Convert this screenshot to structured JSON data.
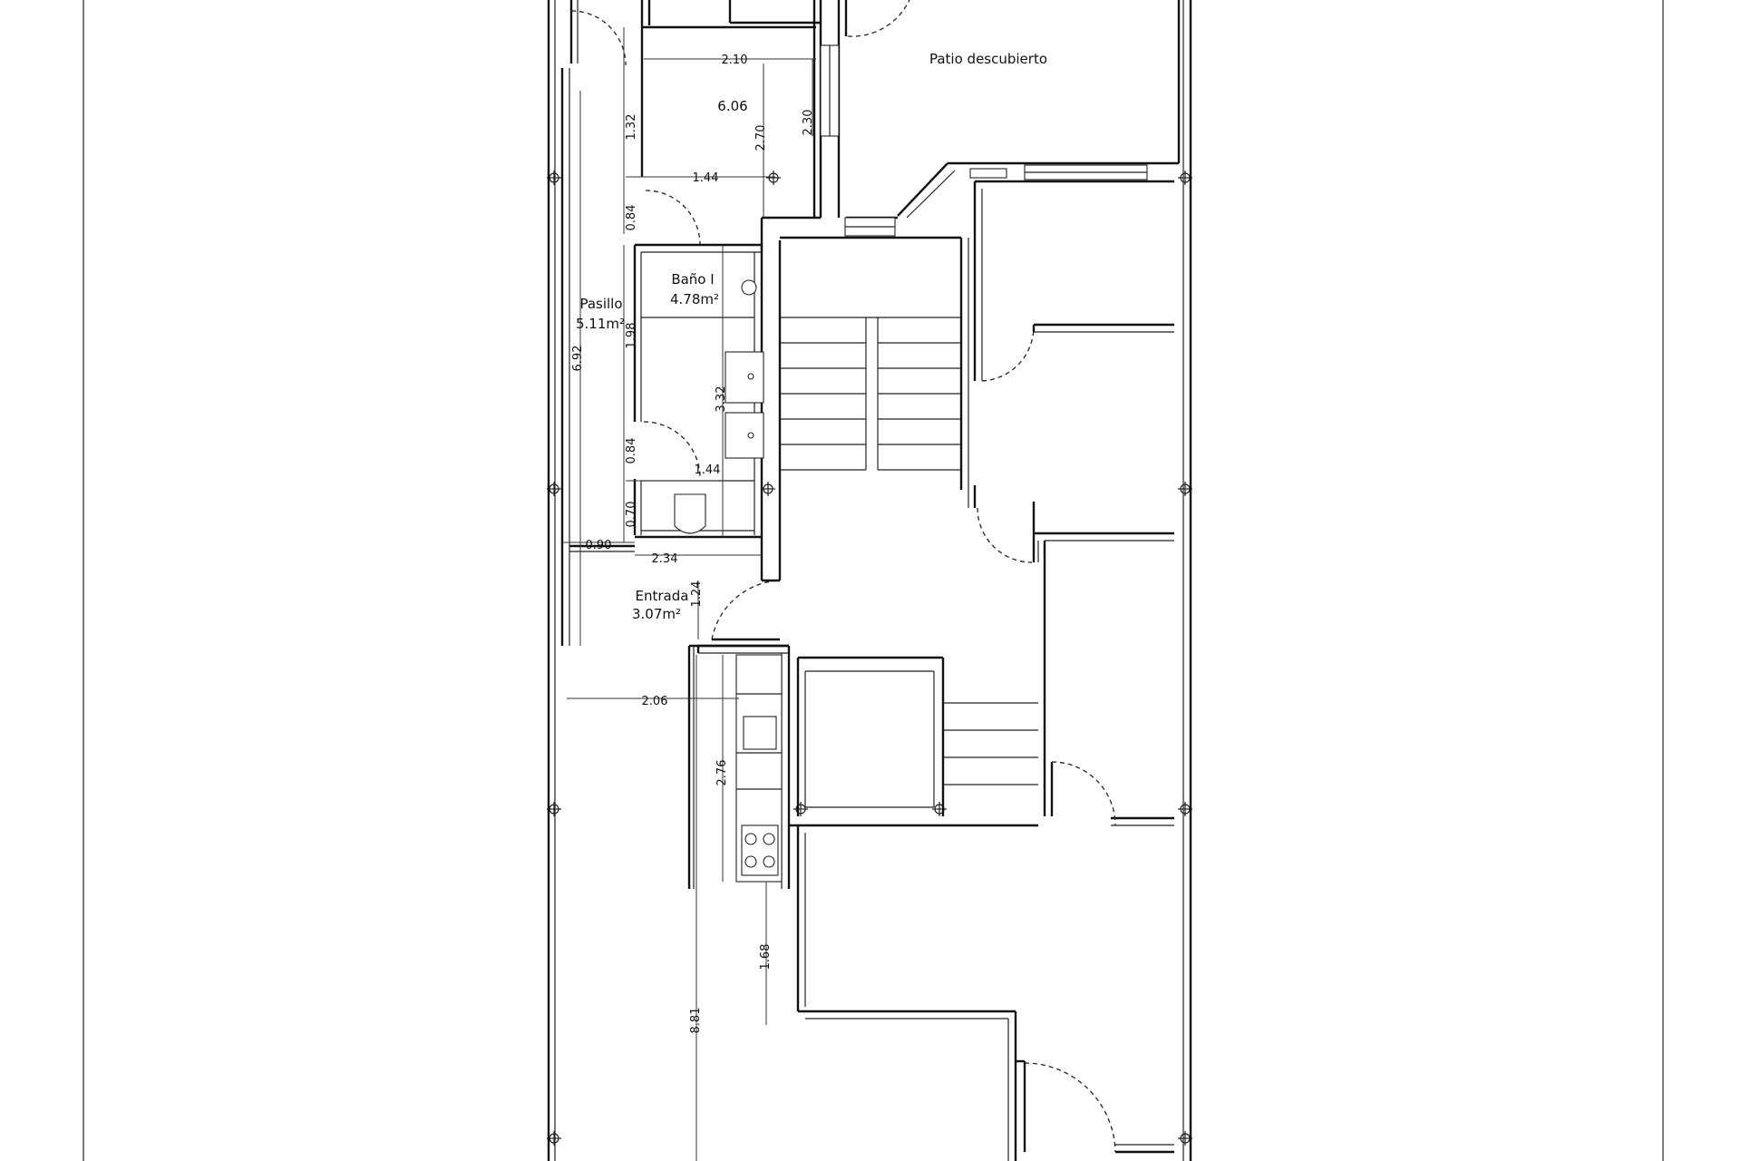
{
  "rooms": {
    "patio": "Patio descubierto",
    "bano_name": "Baño I",
    "bano_area": "4.78m²",
    "pasillo_name": "Pasillo",
    "pasillo_area": "5.11m²",
    "entrada_name": "Entrada",
    "entrada_area": "3.07m²",
    "top_area": "6.06"
  },
  "dimensions": {
    "d_2_10": "2.10",
    "d_1_32": "1.32",
    "d_2_70": "2.70",
    "d_2_30": "2.30",
    "d_1_44_top": "1.44",
    "d_0_84_top": "0.84",
    "d_1_98": "1.98",
    "d_6_92": "6.92",
    "d_3_32": "3.32",
    "d_0_84_bottom": "0.84",
    "d_1_44_bottom": "1.44",
    "d_0_70": "0.70",
    "d_0_90": "0.90",
    "d_2_34": "2.34",
    "d_1_24": "1.24",
    "d_2_06": "2.06",
    "d_2_76": "2.76",
    "d_1_68": "1.68",
    "d_8_81": "8.81"
  },
  "colors": {
    "line": "#111111",
    "background": "#ffffff"
  }
}
